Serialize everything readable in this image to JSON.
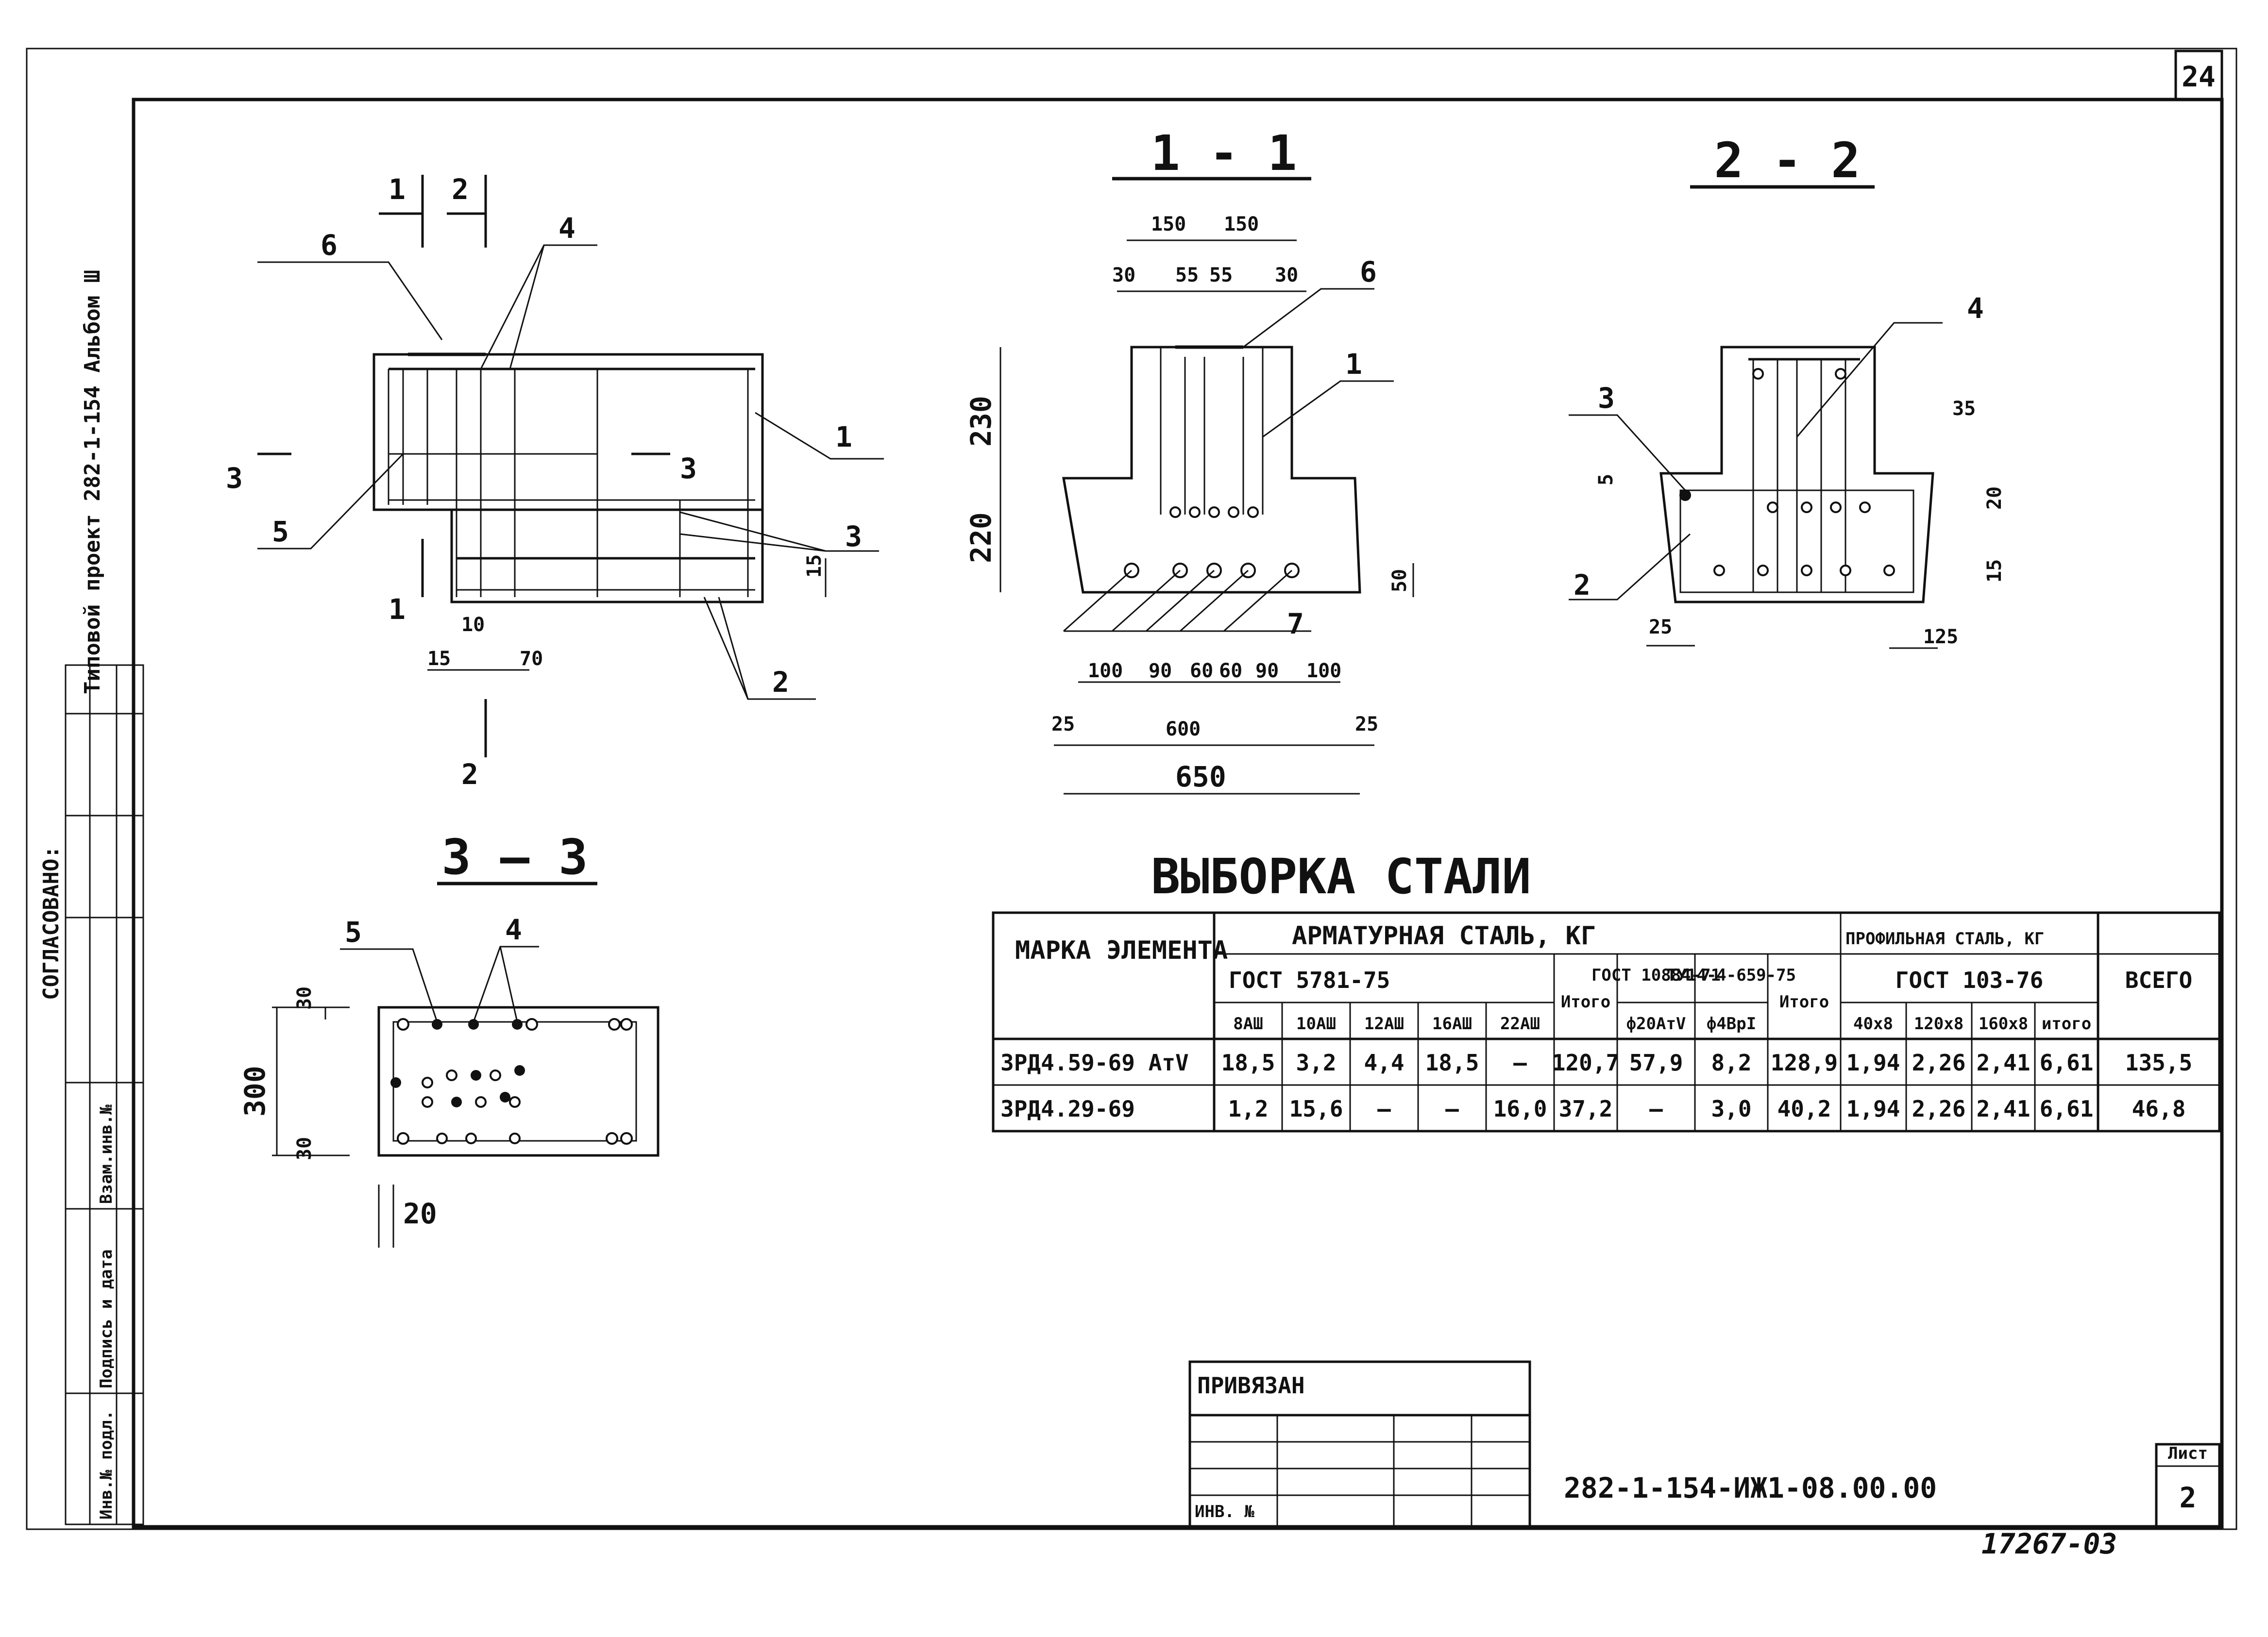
{
  "sheet": {
    "page_number": "24",
    "album_title": "Типовой проект  282-1-154   Альбом Ш",
    "approved": "СОГЛАСОВАНО:",
    "side_fields": [
      "Взам.инв.№",
      "Подпись и дата",
      "Инв.№ подл."
    ]
  },
  "plan": {
    "cuts": [
      "1",
      "2",
      "3",
      "3",
      "1",
      "2"
    ],
    "callouts": [
      "6",
      "4",
      "1",
      "5",
      "3",
      "2"
    ],
    "dims": [
      "10",
      "15",
      "70",
      "15"
    ]
  },
  "section_1_1": {
    "title": "1 - 1",
    "top_dims": [
      "150",
      "150",
      "30",
      "55",
      "55",
      "30"
    ],
    "left_dims": [
      "230",
      "220"
    ],
    "right_dims": [
      "50"
    ],
    "bottom_dims": [
      "100",
      "90",
      "60",
      "60",
      "90",
      "100",
      "25",
      "600",
      "25",
      "650"
    ],
    "callouts": [
      "6",
      "1",
      "7"
    ]
  },
  "section_2_2": {
    "title": "2 - 2",
    "callouts": [
      "4",
      "3",
      "2"
    ],
    "dims": [
      "35",
      "5",
      "20",
      "15",
      "25",
      "125"
    ]
  },
  "section_3_3": {
    "title": "3 — 3",
    "callouts": [
      "5",
      "4"
    ],
    "dims": [
      "30",
      "300",
      "30",
      "20"
    ]
  },
  "steel_table": {
    "title": "ВЫБОРКА  СТАЛИ",
    "mark_header": "МАРКА ЭЛЕМЕНТА",
    "rebar_header": "АРМАТУРНАЯ  СТАЛЬ, КГ",
    "profile_header": "ПРОФИЛЬНАЯ СТАЛЬ, КГ",
    "total_header": "ВСЕГО",
    "gost_rebar": "ГОСТ  5781-75",
    "gost_10884": "ГОСТ 10884-71",
    "tu": "ТУ14-4-659-75",
    "itogo": "Итого",
    "gost_profile": "ГОСТ 103-76",
    "rebar_cols": [
      "8АШ",
      "10АШ",
      "12АШ",
      "16АШ",
      "22АШ"
    ],
    "c_cols": [
      "ф20АтV",
      "ф4ВрI"
    ],
    "profile_cols": [
      "40x8",
      "120x8",
      "160x8",
      "итого"
    ],
    "rows": [
      {
        "mark": "3РД4.59-69 АтV",
        "values": [
          "18,5",
          "3,2",
          "4,4",
          "18,5",
          "—",
          "120,7",
          "57,9",
          "8,2",
          "128,9",
          "1,94",
          "2,26",
          "2,41",
          "6,61",
          "135,5"
        ]
      },
      {
        "mark": "3РД4.29-69",
        "values": [
          "1,2",
          "15,6",
          "—",
          "—",
          "16,0",
          "37,2",
          "—",
          "3,0",
          "40,2",
          "1,94",
          "2,26",
          "2,41",
          "6,61",
          "46,8"
        ]
      }
    ]
  },
  "title_block": {
    "privyazan": "ПРИВЯЗАН",
    "inv": "ИНВ. №",
    "code": "282-1-154-ИЖ1-08.00.00",
    "list_label": "Лист",
    "list_number": "2",
    "archive": "17267-03"
  }
}
